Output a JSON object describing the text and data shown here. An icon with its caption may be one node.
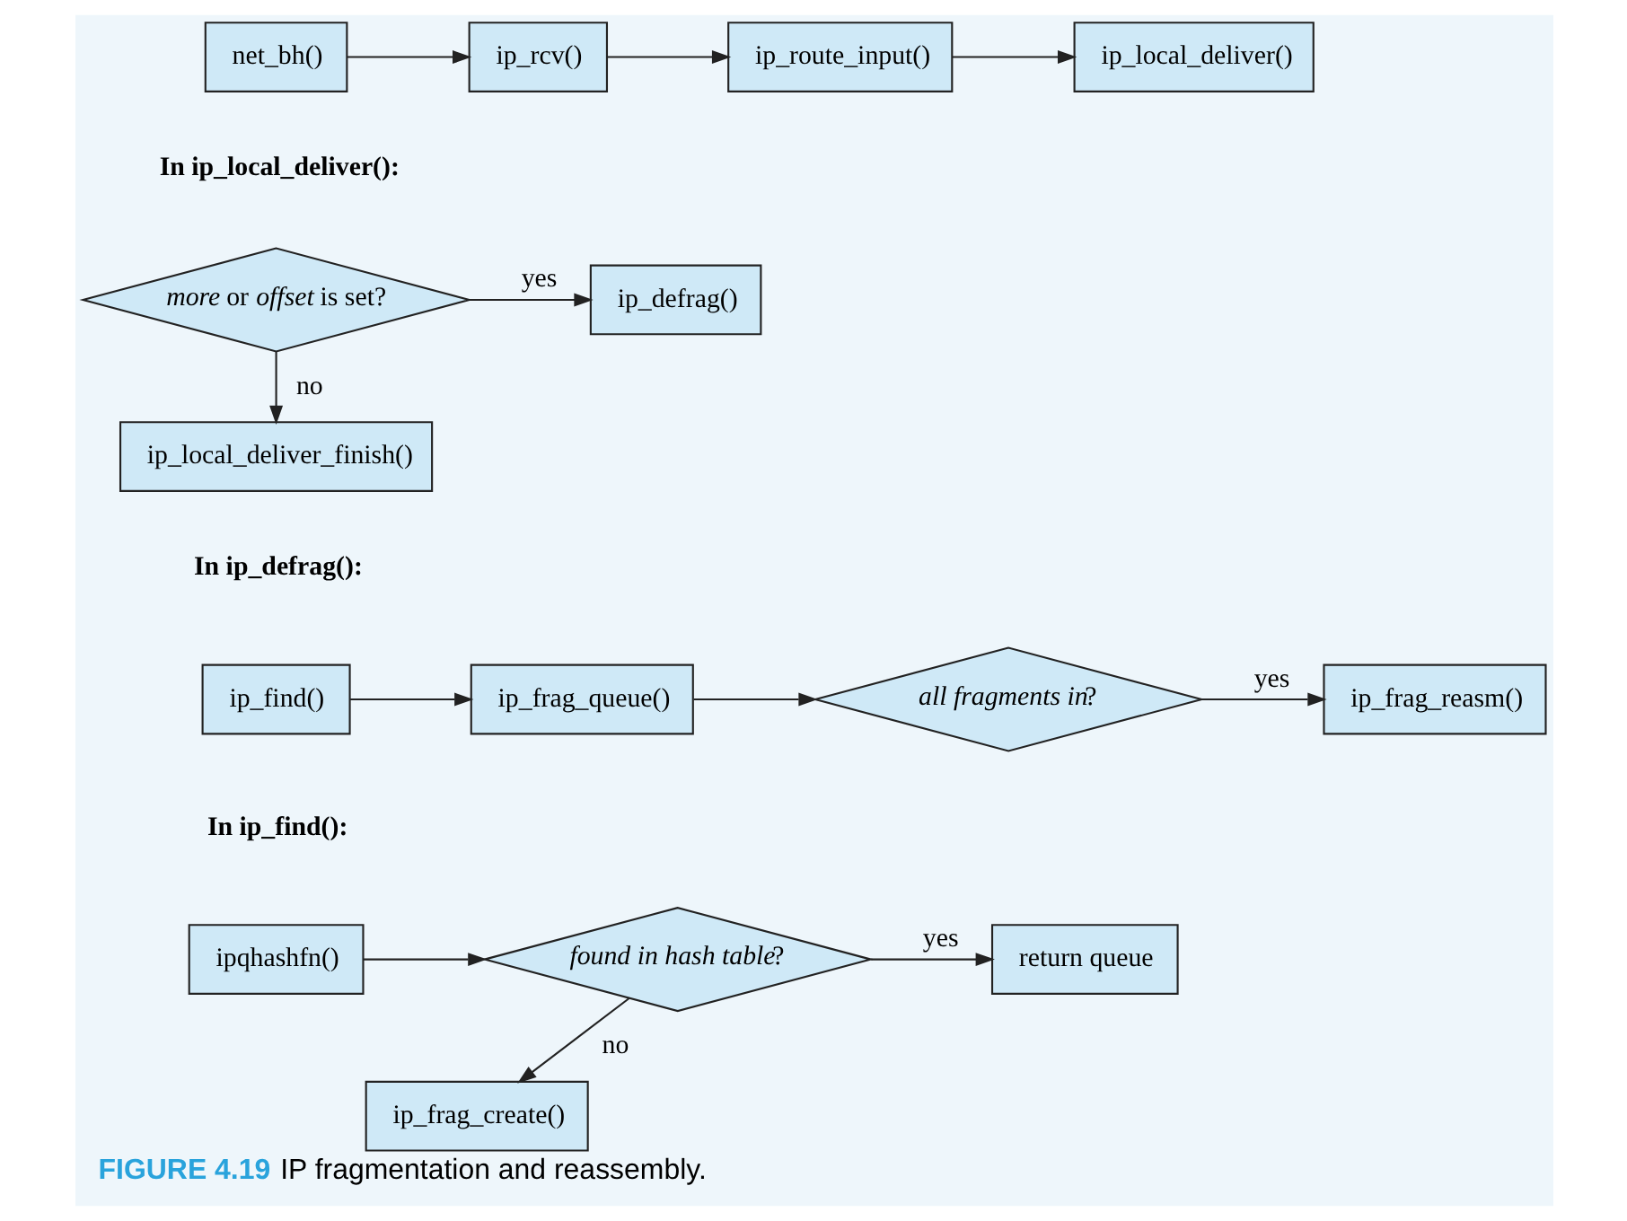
{
  "diagram": {
    "caption": "**FIGURE 4.19** IP fragmentation and reassembly.",
    "nodes": [
      {
        "text": [
          "net_bh()"
        ]
      },
      {
        "text": [
          "ip_rcv()"
        ]
      },
      {
        "text": [
          "ip_route_input()"
        ]
      },
      {
        "text": [
          "ip_local_deliver()"
        ]
      },
      {
        "text": [
          "*more* or *offset* is set?"
        ]
      },
      {
        "text": [
          "ip_defrag()"
        ]
      },
      {
        "text": [
          "ip_local_deliver_finish()"
        ]
      },
      {
        "text": [
          "ip_find()"
        ]
      },
      {
        "text": [
          "ip_frag_queue()"
        ]
      },
      {
        "text": [
          "*all fragments in*?"
        ]
      },
      {
        "text": [
          "ip_frag_reasm()"
        ]
      },
      {
        "text": [
          "ipqhashfn()"
        ]
      },
      {
        "text": [
          "*found in hash table*?"
        ]
      },
      {
        "text": [
          "return queue"
        ]
      },
      {
        "text": [
          "ip_frag_create()"
        ]
      }
    ],
    "edges": [
      {
        "from": 0,
        "to": 1,
        "arrow": "to"
      },
      {
        "from": 1,
        "to": 2,
        "arrow": "to"
      },
      {
        "from": 2,
        "to": 3,
        "arrow": "to"
      },
      {
        "from": 4,
        "to": 5,
        "arrow": "to",
        "label": "yes"
      },
      {
        "from": 4,
        "to": 6,
        "arrow": "to",
        "label": "no"
      },
      {
        "from": 7,
        "to": 8,
        "arrow": "to"
      },
      {
        "from": 8,
        "to": 9,
        "arrow": "to"
      },
      {
        "from": 9,
        "to": 10,
        "arrow": "to",
        "label": "yes"
      },
      {
        "from": 11,
        "to": 12,
        "arrow": "to"
      },
      {
        "from": 12,
        "to": 13,
        "arrow": "to",
        "label": "yes"
      },
      {
        "from": 12,
        "to": 14,
        "arrow": "to",
        "label": "no"
      }
    ],
    "labels": [
      "In ip_local_deliver():",
      "In ip_defrag():",
      "In ip_find():"
    ]
  }
}
